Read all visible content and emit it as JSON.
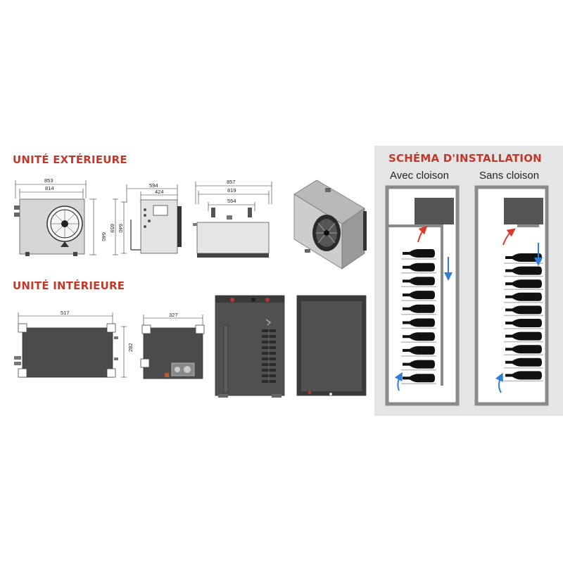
{
  "sections": {
    "outdoor_title": "UNITÉ EXTÉRIEURE",
    "indoor_title": "UNITÉ INTÉRIEURE",
    "schema_title": "SCHÉMA D'INSTALLATION"
  },
  "outdoor": {
    "front": {
      "width_outer": "853",
      "width_inner": "814",
      "height": "640"
    },
    "side": {
      "depth_outer": "594",
      "depth_inner": "424",
      "height_outer": "659",
      "height_inner": "640"
    },
    "top": {
      "width_outer": "857",
      "width_inner": "819",
      "width_mount": "554"
    }
  },
  "indoor": {
    "front": {
      "width": "517",
      "height": "282"
    },
    "side": {
      "depth": "327"
    }
  },
  "schema": {
    "with_partition": "Avec cloison",
    "without_partition": "Sans cloison",
    "bottle_count": 10
  },
  "colors": {
    "title_red": "#c0392b",
    "unit_dark": "#555555",
    "arrow_red": "#d93a2b",
    "arrow_blue": "#2f7fd9"
  }
}
